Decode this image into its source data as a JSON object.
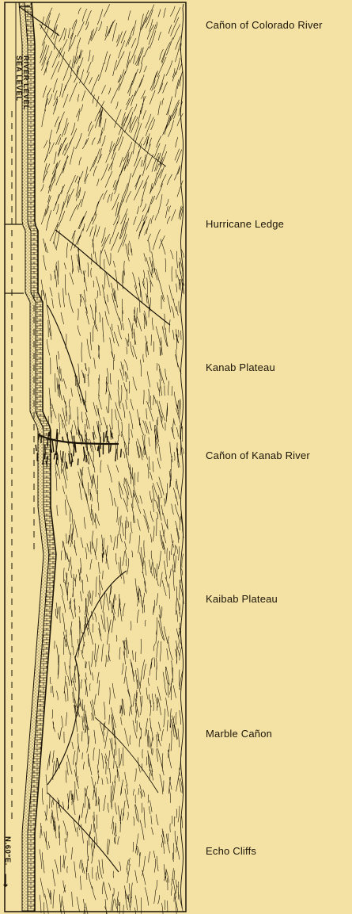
{
  "labels": {
    "canon_colorado": "Cañon of Colorado River",
    "hurricane_ledge": "Hurricane Ledge",
    "kanab_plateau": "Kanab Plateau",
    "canon_kanab": "Cañon of Kanab River",
    "kaibab_plateau": "Kaibab Plateau",
    "marble_canon": "Marble Cañon",
    "echo_cliffs": "Echo Cliffs"
  },
  "section_labels": {
    "river_level": "RIVER LEVEL",
    "sea_level": "SEA LEVEL",
    "direction": "N.60°E.",
    "arrow": "⟶"
  },
  "colors": {
    "paper": "#f4e2a4",
    "ink": "#1c1508"
  }
}
